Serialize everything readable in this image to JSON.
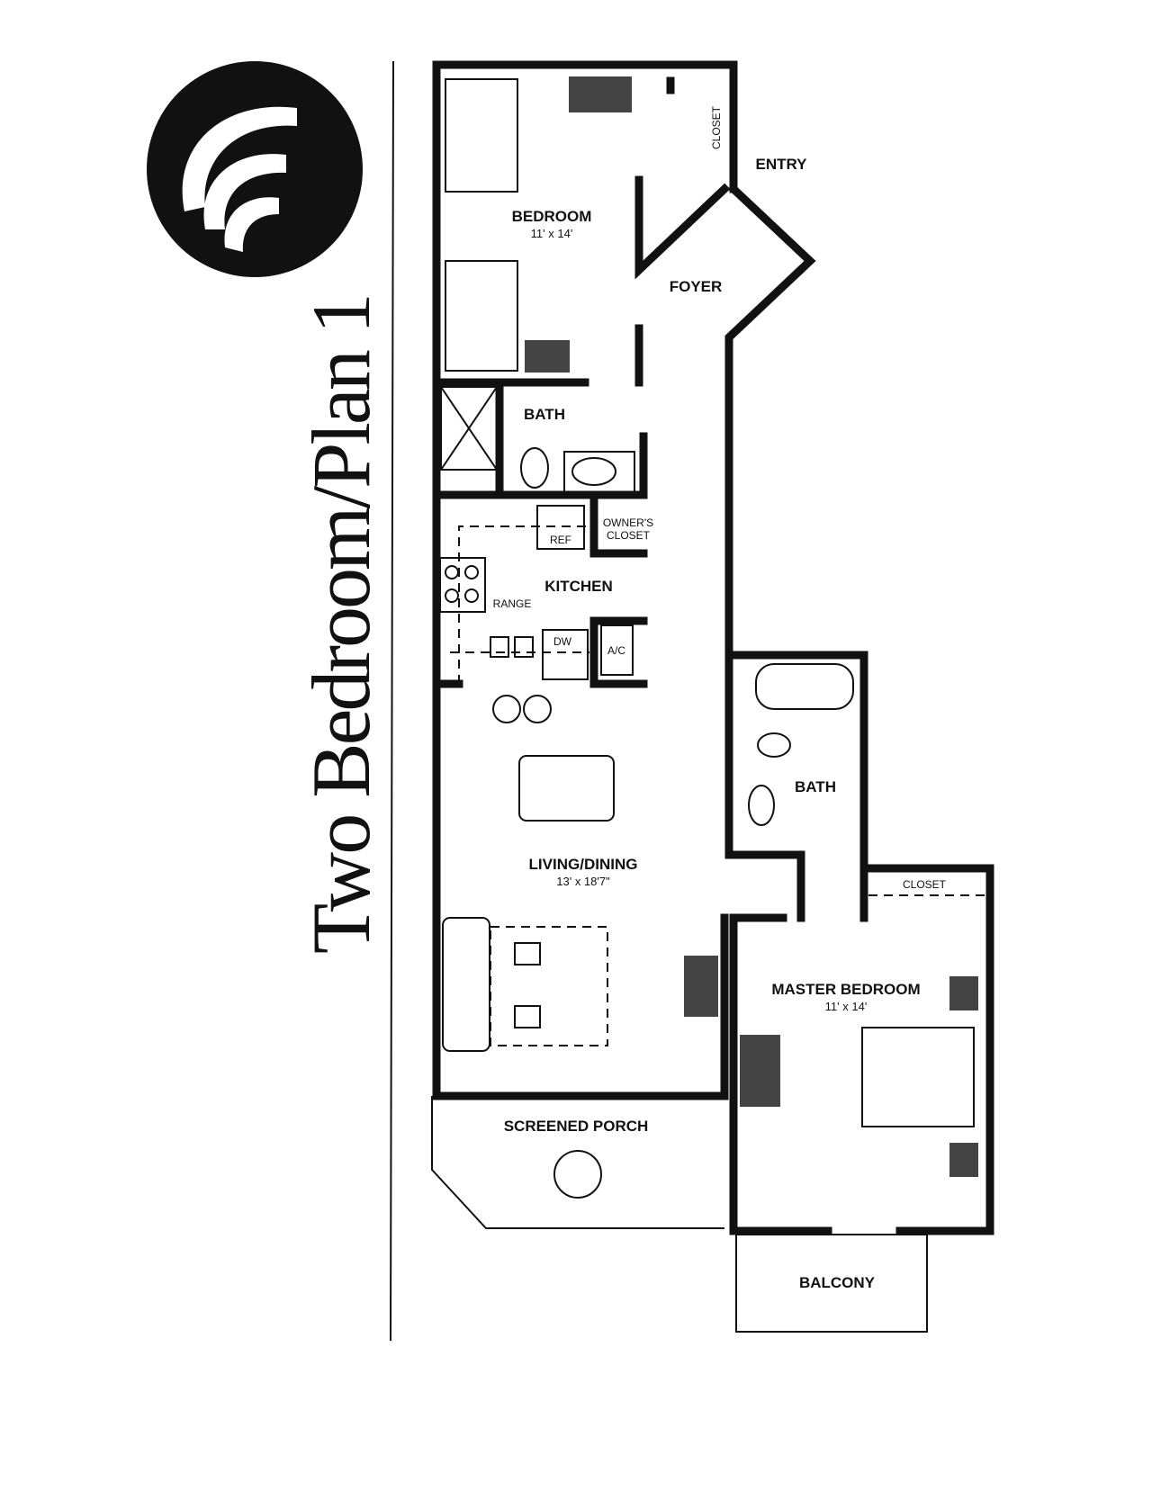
{
  "title": "Two Bedroom/Plan 1",
  "colors": {
    "ink": "#111111",
    "paper": "#ffffff"
  },
  "logo": {
    "icon": "concentric-crescent-logo"
  },
  "rooms": {
    "bedroom": {
      "name": "BEDROOM",
      "size": "11' x 14'"
    },
    "closet_top": {
      "name": "CLOSET"
    },
    "entry": {
      "name": "ENTRY"
    },
    "foyer": {
      "name": "FOYER"
    },
    "bath1": {
      "name": "BATH"
    },
    "owners_closet": {
      "line1": "OWNER'S",
      "line2": "CLOSET"
    },
    "kitchen": {
      "name": "KITCHEN",
      "ref": "REF",
      "range": "RANGE",
      "dw": "DW",
      "ac": "A/C"
    },
    "living": {
      "name": "LIVING/DINING",
      "size": "13' x 18'7\""
    },
    "bath2": {
      "name": "BATH"
    },
    "closet_master": {
      "name": "CLOSET"
    },
    "master": {
      "name": "MASTER BEDROOM",
      "size": "11' x 14'"
    },
    "porch": {
      "name": "SCREENED PORCH"
    },
    "balcony": {
      "name": "BALCONY"
    }
  }
}
